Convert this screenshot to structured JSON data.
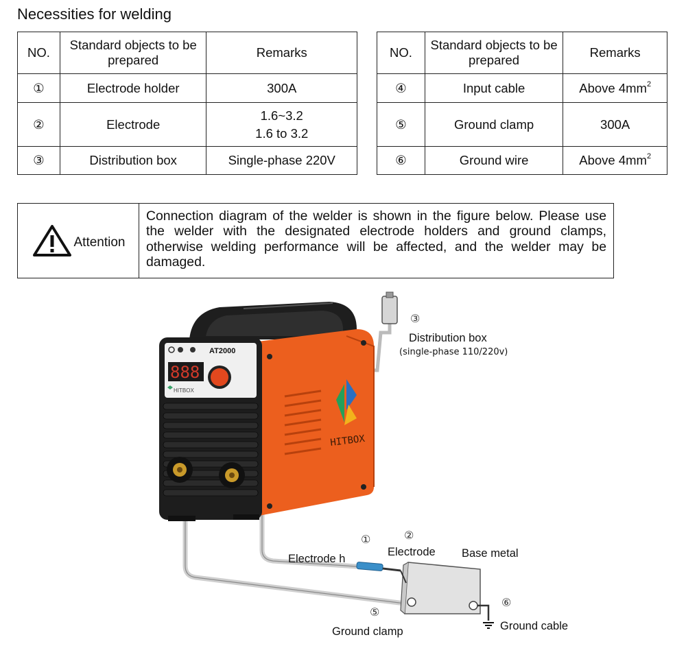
{
  "title": "Necessities for welding",
  "table_headers": {
    "no": "NO.",
    "objects": "Standard objects to be prepared",
    "remarks": "Remarks"
  },
  "left_rows": [
    {
      "no": "①",
      "object": "Electrode holder",
      "remark": "300A"
    },
    {
      "no": "②",
      "object": "Electrode",
      "remark_line1": "1.6~3.2",
      "remark_line2": "1.6 to 3.2"
    },
    {
      "no": "③",
      "object": "Distribution box",
      "remark": "Single-phase 220V"
    }
  ],
  "right_rows": [
    {
      "no": "④",
      "object": "Input cable",
      "remark": "Above 4mm",
      "remark_sup": "2"
    },
    {
      "no": "⑤",
      "object": "Ground clamp",
      "remark": "300A"
    },
    {
      "no": "⑥",
      "object": "Ground wire",
      "remark": "Above 4mm",
      "remark_sup": "2"
    }
  ],
  "attention": {
    "label": "Attention",
    "text": "Connection diagram of the welder is shown in the figure below. Please use the welder with the designated electrode holders and ground clamps, otherwise welding performance will be affected, and the welder may be damaged."
  },
  "diagram": {
    "model": "AT2000",
    "brand_small": "HITBOX",
    "brand_side": "HITBOX",
    "display": "888",
    "labels": {
      "n1": "①",
      "n2": "②",
      "n3": "③",
      "n5": "⑤",
      "n6": "⑥",
      "distribution_box": "Distribution box",
      "distribution_box_note": "(single-phase 110/220v)",
      "electrode_holder": "Electrode h",
      "electrode": "Electrode",
      "base_metal": "Base metal",
      "ground_clamp": "Ground clamp",
      "ground_cable": "Ground cable"
    }
  },
  "colors": {
    "body": "#ec5f1e",
    "panel": "#1d1d1d",
    "knob": "#e2481e",
    "electrode": "#3a8fc9"
  }
}
